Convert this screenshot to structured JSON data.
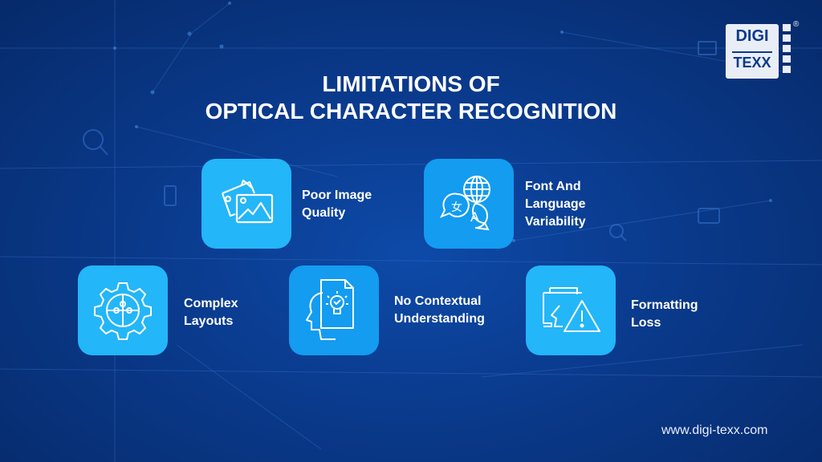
{
  "brand": {
    "logo_line1": "DIGI",
    "logo_line2": "TEXX",
    "registered_mark": "®",
    "website": "www.digi-texx.com"
  },
  "title": {
    "line1": "LIMITATIONS OF",
    "line2": "OPTICAL CHARACTER RECOGNITION"
  },
  "colors": {
    "background": "#0a3a8c",
    "card_light": "#23b6f8",
    "card_mid": "#139cf0",
    "text": "#ffffff"
  },
  "items": [
    {
      "label_line1": "Poor Image",
      "label_line2": "Quality",
      "icon": "images-icon"
    },
    {
      "label_line1": "Font And",
      "label_line2": "Language",
      "label_line3": "Variability",
      "icon": "translate-globe-icon"
    },
    {
      "label_line1": "Complex",
      "label_line2": "Layouts",
      "icon": "gear-puzzle-icon"
    },
    {
      "label_line1": "No Contextual",
      "label_line2": "Understanding",
      "icon": "head-idea-document-icon"
    },
    {
      "label_line1": "Formatting",
      "label_line2": "Loss",
      "icon": "broken-folder-warning-icon"
    }
  ]
}
